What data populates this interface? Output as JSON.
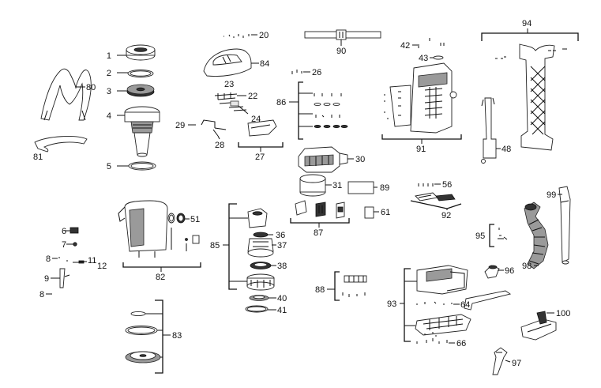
{
  "diagram": {
    "part_numbers": [
      "1",
      "2",
      "3",
      "4",
      "5",
      "6",
      "7",
      "8",
      "8",
      "9",
      "11",
      "12",
      "20",
      "22",
      "23",
      "24",
      "26",
      "27",
      "28",
      "29",
      "30",
      "31",
      "36",
      "37",
      "38",
      "40",
      "41",
      "42",
      "43",
      "48",
      "51",
      "56",
      "61",
      "64",
      "66",
      "80",
      "81",
      "82",
      "83",
      "84",
      "85",
      "86",
      "87",
      "88",
      "89",
      "90",
      "91",
      "92",
      "93",
      "94",
      "95",
      "96",
      "97",
      "98",
      "99",
      "100"
    ]
  }
}
